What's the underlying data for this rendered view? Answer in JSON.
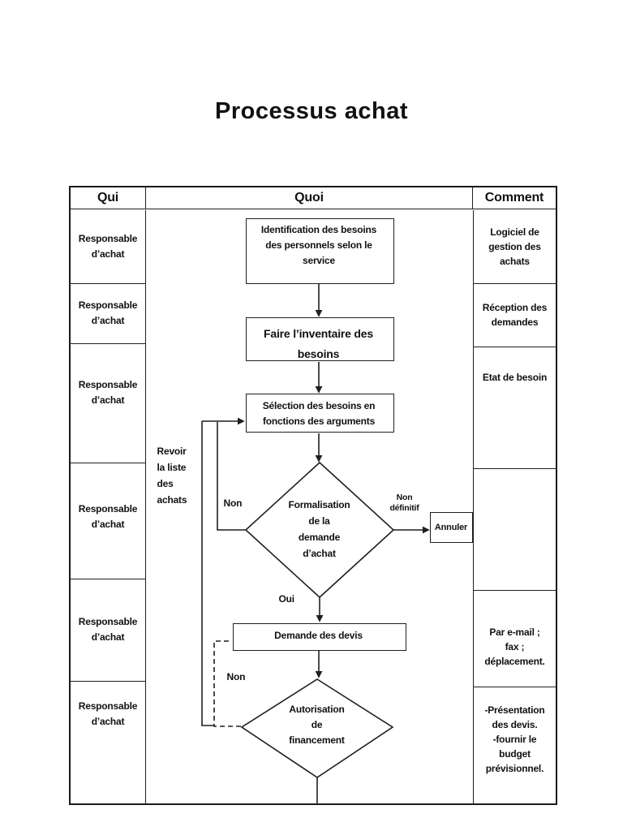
{
  "title": "Processus achat",
  "colors": {
    "line": "#1f1f1f",
    "text": "#111111",
    "background": "#ffffff"
  },
  "table": {
    "headers": {
      "qui": "Qui",
      "quoi": "Quoi",
      "comment": "Comment"
    },
    "qui_cells": [
      "Responsable\nd’achat",
      "Responsable\nd’achat",
      "Responsable\nd’achat",
      "Responsable\nd’achat",
      "Responsable\nd’achat",
      "Responsable\nd’achat"
    ],
    "comment_cells": [
      "Logiciel de\ngestion des\nachats",
      "Réception des\ndemandes",
      "Etat de besoin",
      "",
      "Par e-mail ;\nfax ;\ndéplacement.",
      "-Présentation\ndes devis.\n-fournir le\nbudget\nprévisionnel."
    ]
  },
  "flowchart": {
    "steps": {
      "identification": "Identification des besoins\ndes personnels selon le\nservice",
      "inventaire": "Faire l’inventaire des\nbesoins",
      "selection": "Sélection des besoins en\nfonctions des arguments",
      "formalisation": "Formalisation\nde la\ndemande\nd’achat",
      "demande_devis": "Demande des devis",
      "autorisation": "Autorisation\nde\nfinancement",
      "annuler": "Annuler"
    },
    "labels": {
      "oui": "Oui",
      "non_revoir": "Non",
      "non_devis": "Non",
      "non_definitif": "Non\ndéfinitif",
      "revoir_liste": "Revoir\nla liste\ndes\nachats"
    }
  }
}
